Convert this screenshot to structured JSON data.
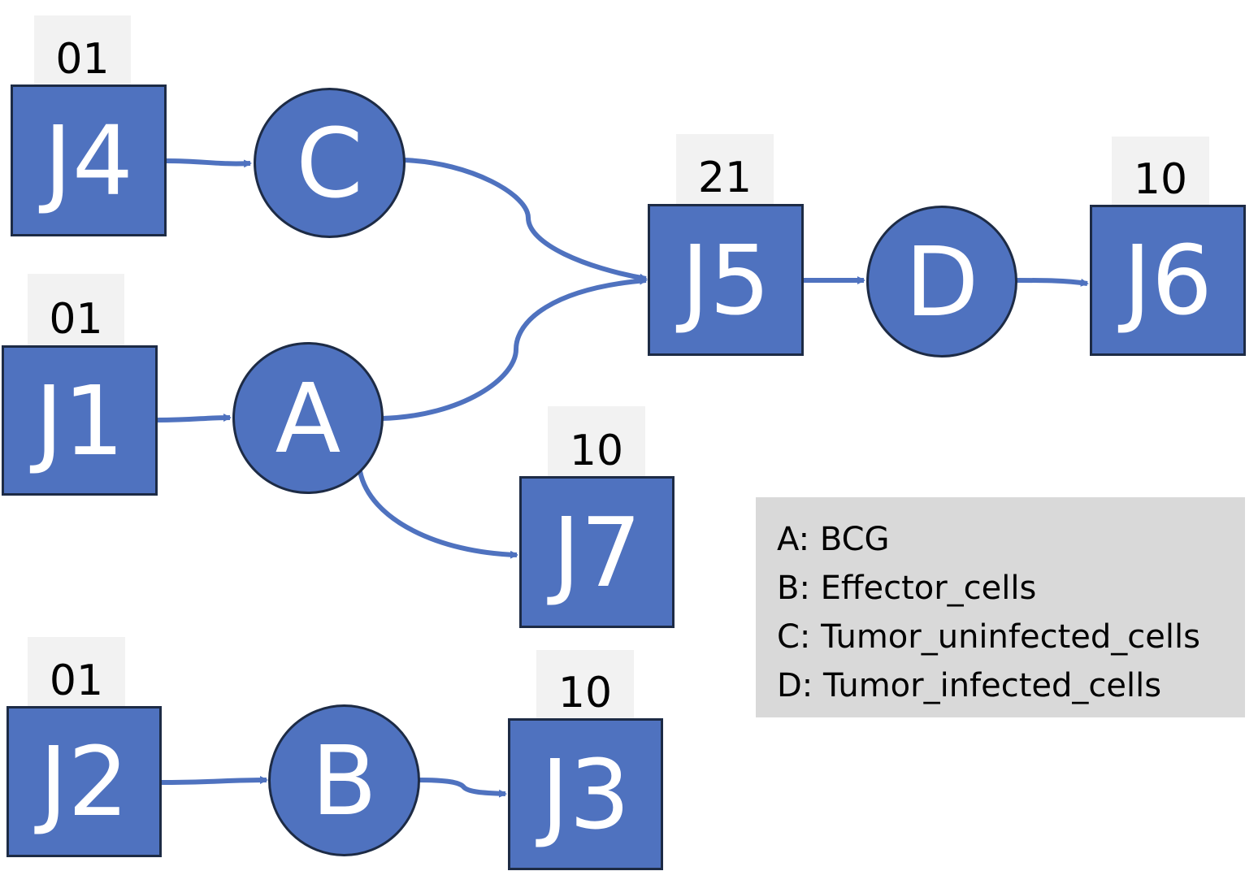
{
  "nodes": {
    "J4": {
      "label": "J4",
      "tag": "01"
    },
    "J1": {
      "label": "J1",
      "tag": "01"
    },
    "J2": {
      "label": "J2",
      "tag": "01"
    },
    "J5": {
      "label": "J5",
      "tag": "21"
    },
    "J6": {
      "label": "J6",
      "tag": "10"
    },
    "J7": {
      "label": "J7",
      "tag": "10"
    },
    "J3": {
      "label": "J3",
      "tag": "10"
    },
    "A": {
      "label": "A"
    },
    "B": {
      "label": "B"
    },
    "C": {
      "label": "C"
    },
    "D": {
      "label": "D"
    }
  },
  "edges": [
    {
      "from": "J4",
      "to": "C"
    },
    {
      "from": "J1",
      "to": "A"
    },
    {
      "from": "J2",
      "to": "B"
    },
    {
      "from": "C",
      "to": "J5"
    },
    {
      "from": "A",
      "to": "J5"
    },
    {
      "from": "A",
      "to": "J7"
    },
    {
      "from": "J5",
      "to": "D"
    },
    {
      "from": "D",
      "to": "J6"
    },
    {
      "from": "B",
      "to": "J3"
    }
  ],
  "legend": [
    "A: BCG",
    "B: Effector_cells",
    "C: Tumor_uninfected_cells",
    "D: Tumor_infected_cells"
  ],
  "colors": {
    "node_fill": "#4f72bf",
    "node_border": "#1d2b45",
    "edge": "#4f72bf",
    "tag_bg": "#f2f2f2",
    "legend_bg": "#d9d9d9"
  }
}
